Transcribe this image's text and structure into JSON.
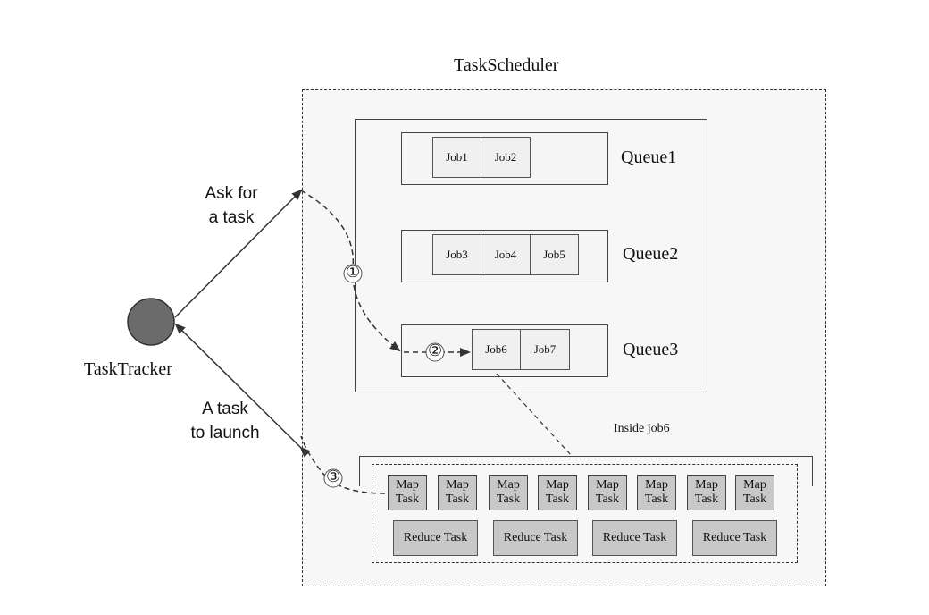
{
  "title": "TaskScheduler",
  "tracker": {
    "label": "TaskTracker"
  },
  "request": {
    "line1": "Ask for",
    "line2": "a task"
  },
  "response": {
    "line1": "A task",
    "line2": "to launch"
  },
  "steps": [
    "①",
    "②",
    "③"
  ],
  "queues": [
    {
      "label": "Queue1",
      "jobs": [
        "Job1",
        "Job2"
      ]
    },
    {
      "label": "Queue2",
      "jobs": [
        "Job3",
        "Job4",
        "Job5"
      ]
    },
    {
      "label": "Queue3",
      "jobs": [
        "Job6",
        "Job7"
      ]
    }
  ],
  "inside_label": "Inside job6",
  "map_task": {
    "line1": "Map",
    "line2": "Task"
  },
  "reduce_task": "Reduce Task",
  "colors": {
    "task_fill": "#c8c8c8",
    "node_fill": "#6b6b6b",
    "box_fill": "#f7f7f7"
  }
}
